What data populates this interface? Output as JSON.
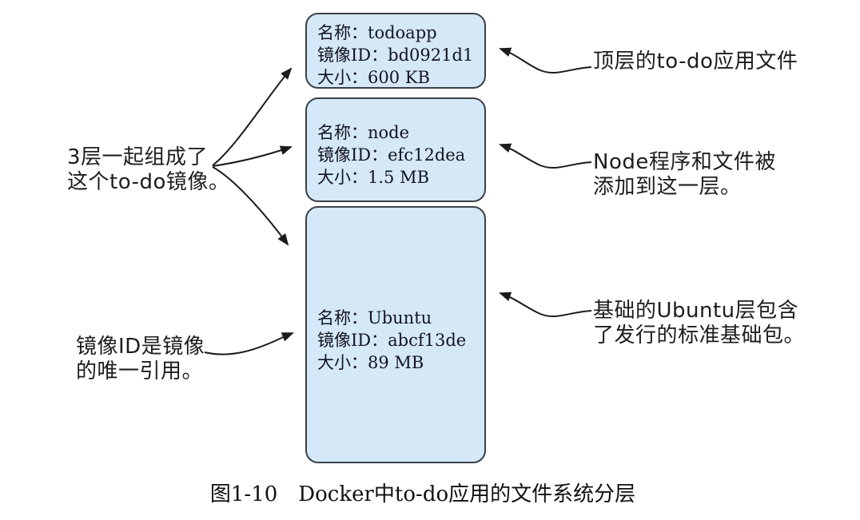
{
  "figure": {
    "caption": {
      "number": "图1-10",
      "title": "Docker中to-do应用的文件系统分层"
    },
    "layers": [
      {
        "lines": [
          "名称：todoapp",
          "镜像ID：bd0921d1",
          "大小：600 KB"
        ],
        "name": "todoapp",
        "image_id": "bd0921d1",
        "size": "600 KB"
      },
      {
        "lines": [
          "名称：node",
          "镜像ID：efc12dea",
          "大小：1.5 MB"
        ],
        "name": "node",
        "image_id": "efc12dea",
        "size": "1.5 MB"
      },
      {
        "lines": [
          "名称：Ubuntu",
          "镜像ID：abcf13de",
          "大小：89 MB"
        ],
        "name": "Ubuntu",
        "image_id": "abcf13de",
        "size": "89 MB"
      }
    ],
    "annotations_left": [
      {
        "lines": [
          "3层一起组成了",
          "这个to-do镜像。"
        ]
      },
      {
        "lines": [
          "镜像ID是镜像",
          "的唯一引用。"
        ]
      }
    ],
    "annotations_right": [
      {
        "lines": [
          "顶层的to-do应用文件"
        ]
      },
      {
        "lines": [
          "Node程序和文件被",
          "添加到这一层。"
        ]
      },
      {
        "lines": [
          "基础的Ubuntu层包含",
          "了发行的标准基础包。"
        ]
      }
    ],
    "colors": {
      "layer_fill": "#d4e8f8",
      "layer_border": "#3b4046",
      "arrow": "#1b1b1b"
    }
  }
}
